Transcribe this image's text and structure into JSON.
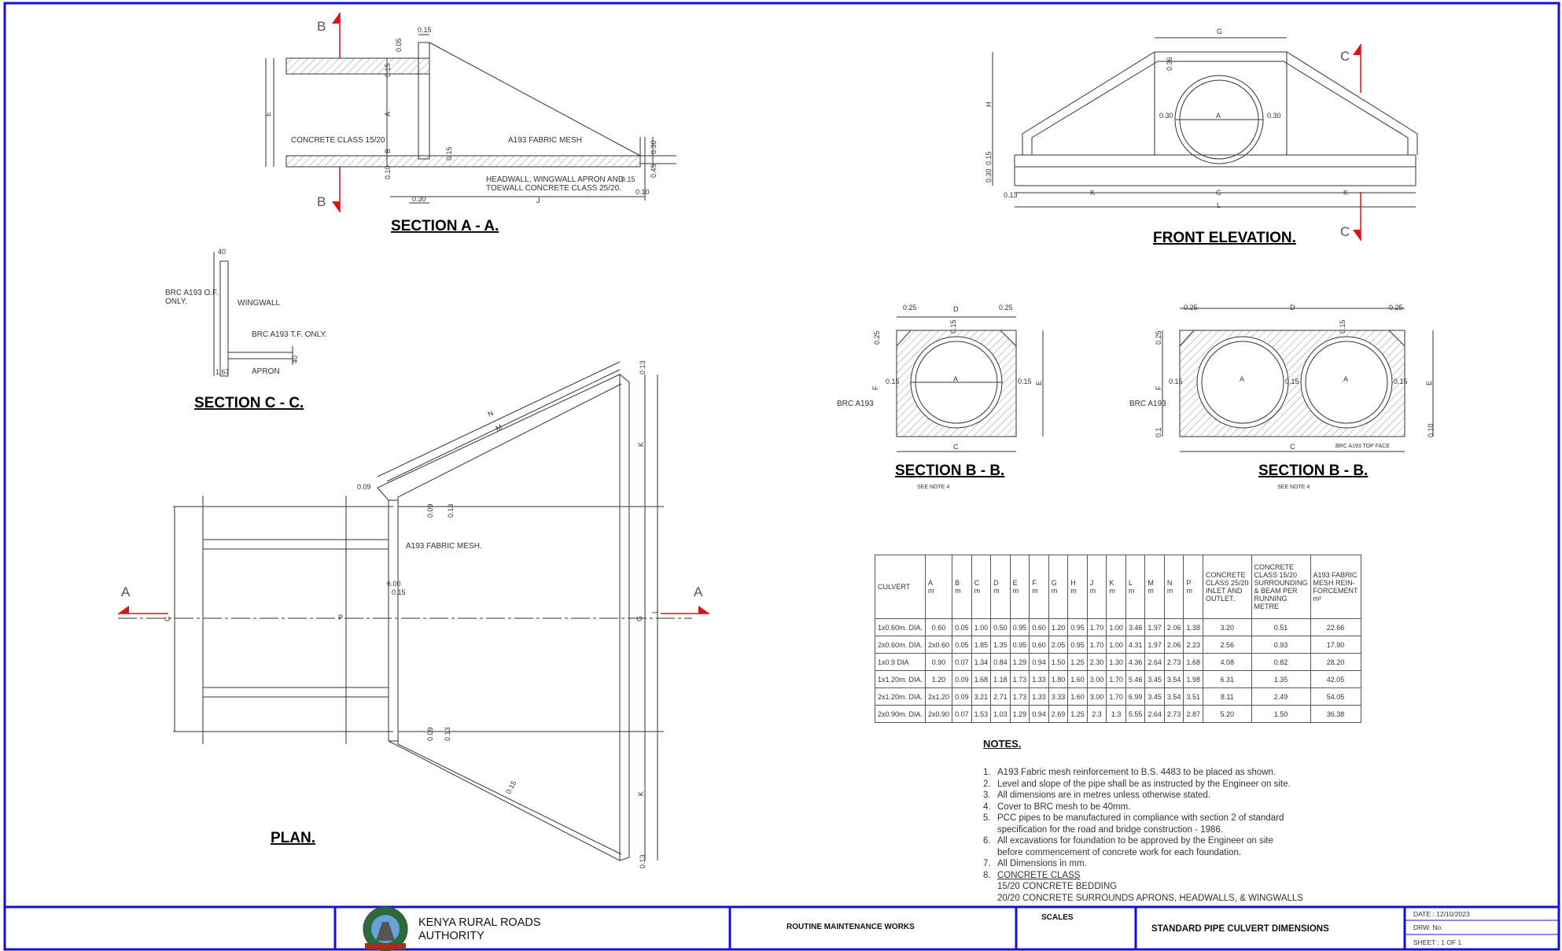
{
  "titles": {
    "section_aa": "SECTION   A - A.",
    "front_elevation": "FRONT    ELEVATION.",
    "section_cc": "SECTION   C - C.",
    "section_bb_1": "SECTION   B - B.",
    "section_bb_2": "SECTION   B - B.",
    "plan": "PLAN.",
    "see_note_4": "SEE NOTE 4"
  },
  "labels": {
    "concrete_class": "CONCRETE CLASS 15/20",
    "a193_fabric_mesh": "A193 FABRIC MESH",
    "headwall_1": "HEADWALL, WINGWALL APRON AND",
    "headwall_2": "TOEWALL CONCRETE CLASS 25/20.",
    "brc_of_1": "BRC A193 O.F.",
    "brc_of_2": "ONLY.",
    "wingwall": "WINGWALL",
    "brc_tf": "BRC A193 T.F. ONLY.",
    "apron": "APRON",
    "brc_a193": "BRC A193",
    "brc_top_face": "BRC A193 TOP FACE",
    "a193_fabric_mesh_plan": "A193 FABRIC MESH."
  },
  "schedule": {
    "headers": [
      [
        "CULVERT"
      ],
      [
        "A",
        "m"
      ],
      [
        "B",
        "m"
      ],
      [
        "C",
        "m"
      ],
      [
        "D",
        "m"
      ],
      [
        "E",
        "m"
      ],
      [
        "F",
        "m"
      ],
      [
        "G",
        "m"
      ],
      [
        "H",
        "m"
      ],
      [
        "J",
        "m"
      ],
      [
        "K",
        "m"
      ],
      [
        "L",
        "m"
      ],
      [
        "M",
        "m"
      ],
      [
        "N",
        "m"
      ],
      [
        "P",
        "m"
      ],
      [
        "CONCRETE",
        "CLASS 25/20",
        "INLET AND",
        "OUTLET."
      ],
      [
        "CONCRETE",
        "CLASS 15/20",
        "SURROUNDING",
        "& BEAM PER",
        "RUNNING",
        "METRE"
      ],
      [
        "A193 FABRIC",
        "MESH REIN-",
        "FORCEMENT",
        "m²"
      ]
    ],
    "rows": [
      [
        "1x0.60m. DIA.",
        "0.60",
        "0.05",
        "1.00",
        "0.50",
        "0.95",
        "0.60",
        "1.20",
        "0.95",
        "1.70",
        "1.00",
        "3.46",
        "1.97",
        "2.06",
        "1.38",
        "3.20",
        "0.51",
        "22.66"
      ],
      [
        "2x0.60m. DIA.",
        "2x0.60",
        "0.05",
        "1.85",
        "1.35",
        "0.95",
        "0.60",
        "2.05",
        "0.95",
        "1.70",
        "1.00",
        "4.31",
        "1.97",
        "2.06",
        "2.23",
        "2.56",
        "0.93",
        "17.90"
      ],
      [
        "1x0.9 DIA",
        "0.90",
        "0.07",
        "1.34",
        "0.84",
        "1.29",
        "0.94",
        "1.50",
        "1.25",
        "2.30",
        "1.30",
        "4.36",
        "2.64",
        "2.73",
        "1.68",
        "4.08",
        "0.82",
        "28.20"
      ],
      [
        "1x1.20m. DIA.",
        "1.20",
        "0.09",
        "1.68",
        "1.18",
        "1.73",
        "1.33",
        "1.80",
        "1.60",
        "3.00",
        "1.70",
        "5.46",
        "3.45",
        "3.54",
        "1.98",
        "6.31",
        "1.35",
        "42.05"
      ],
      [
        "2x1.20m. DIA.",
        "2x1.20",
        "0.09",
        "3.21",
        "2.71",
        "1.73",
        "1.33",
        "3.33",
        "1.60",
        "3.00",
        "1.70",
        "6.99",
        "3.45",
        "3.54",
        "3.51",
        "8.11",
        "2.49",
        "54.05"
      ],
      [
        "2x0.90m. DIA.",
        "2x0.90",
        "0.07",
        "1.53",
        "1.03",
        "1.29",
        "0.94",
        "2.69",
        "1.25",
        "2.3",
        "1.3",
        "5.55",
        "2.64",
        "2.73",
        "2.87",
        "5.20",
        "1.50",
        "36.38"
      ]
    ]
  },
  "notes": {
    "heading": "NOTES.",
    "items": [
      {
        "n": "1.",
        "text": "A193 Fabric mesh reinforcement to B.S. 4483 to be placed as shown."
      },
      {
        "n": "2.",
        "text": "Level and slope of the pipe shall be as instructed by the Engineer on site."
      },
      {
        "n": "3.",
        "text": "All dimensions are in metres unless otherwise stated."
      },
      {
        "n": "4.",
        "text": "Cover to BRC mesh to be 40mm."
      },
      {
        "n": "5.",
        "text": "PCC pipes to be manufactured in compliance with section 2 of standard"
      },
      {
        "n": "",
        "text": "specification for the road and bridge construction - 1986."
      },
      {
        "n": "6.",
        "text": "All excavations for foundation to be approved by the Engineer on site"
      },
      {
        "n": "",
        "text": "before commencement of concrete work for each foundation."
      },
      {
        "n": "7.",
        "text": "All Dimensions in mm."
      },
      {
        "n": "8.",
        "text": "CONCRETE CLASS"
      },
      {
        "n": "",
        "text": "15/20 CONCRETE BEDDING"
      },
      {
        "n": "",
        "text": "20/20 CONCRETE SURROUNDS APRONS, HEADWALLS, & WINGWALLS"
      }
    ]
  },
  "title_block": {
    "org_line1": "KENYA RURAL ROADS",
    "org_line2": "AUTHORITY",
    "project": "ROUTINE MAINTENANCE WORKS",
    "scales_label": "SCALES",
    "drawing_title": "STANDARD PIPE CULVERT DIMENSIONS",
    "date": "DATE  :  12/10/2023",
    "drw_no": "DRW.  No.",
    "sheet": "SHEET  :  1  OF  1"
  },
  "colors": {
    "border": "#1010e0",
    "section_marker": "#e01010",
    "linework": "#333333"
  }
}
